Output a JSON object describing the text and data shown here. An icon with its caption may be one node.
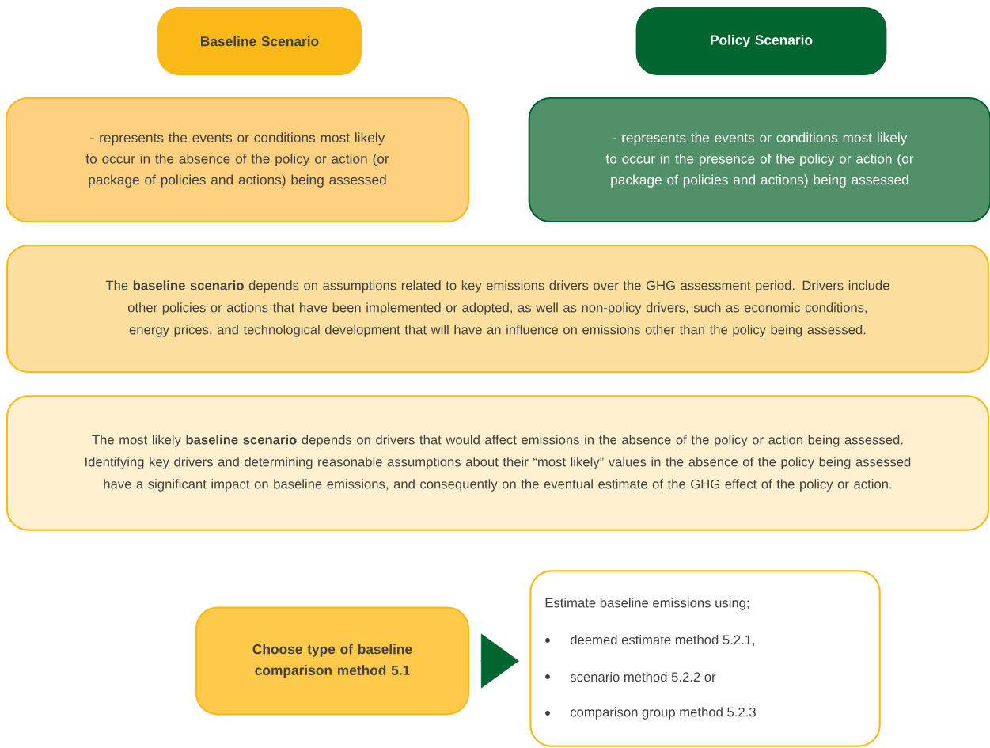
{
  "diagram": {
    "nodes": [
      {
        "text": [
          "Baseline Scenario"
        ]
      },
      {
        "text": [
          "Policy Scenario"
        ]
      },
      {
        "text": [
          "- represents the events or conditions most likely to occur in the absence of the policy or action (or package of policies and actions) being assessed"
        ]
      },
      {
        "text": [
          "- represents the events or conditions most likely to occur in the presence of the policy or action (or package of policies and actions) being assessed"
        ]
      },
      {
        "text": [
          "The **baseline scenario** depends on assumptions related to key emissions drivers over the GHG assessment period. Drivers include other policies or actions that have been implemented or adopted, as well as non-policy drivers, such as economic conditions, energy prices, and technological development that will have an influence on emissions other than the policy being assessed."
        ]
      },
      {
        "text": [
          "The most likely **baseline scenario** depends on drivers that would affect emissions in the absence of the policy or action being assessed. Identifying key drivers and determining reasonable assumptions about their “most likely” values in the absence of the policy being assessed have a significant impact on baseline emissions, and consequently on the eventual estimate of the GHG effect of the policy or action."
        ]
      },
      {
        "text": [
          "Choose type of baseline comparison method 5.1"
        ]
      },
      {
        "text": [
          "Estimate baseline emissions using;",
          "deemed estimate method 5.2.1,",
          "scenario method 5.2.2 or",
          "comparison group method 5.2.3"
        ]
      }
    ],
    "edges": [
      {
        "from": 6,
        "to": 7,
        "arrow": "to",
        "color": "#00652e"
      }
    ]
  }
}
